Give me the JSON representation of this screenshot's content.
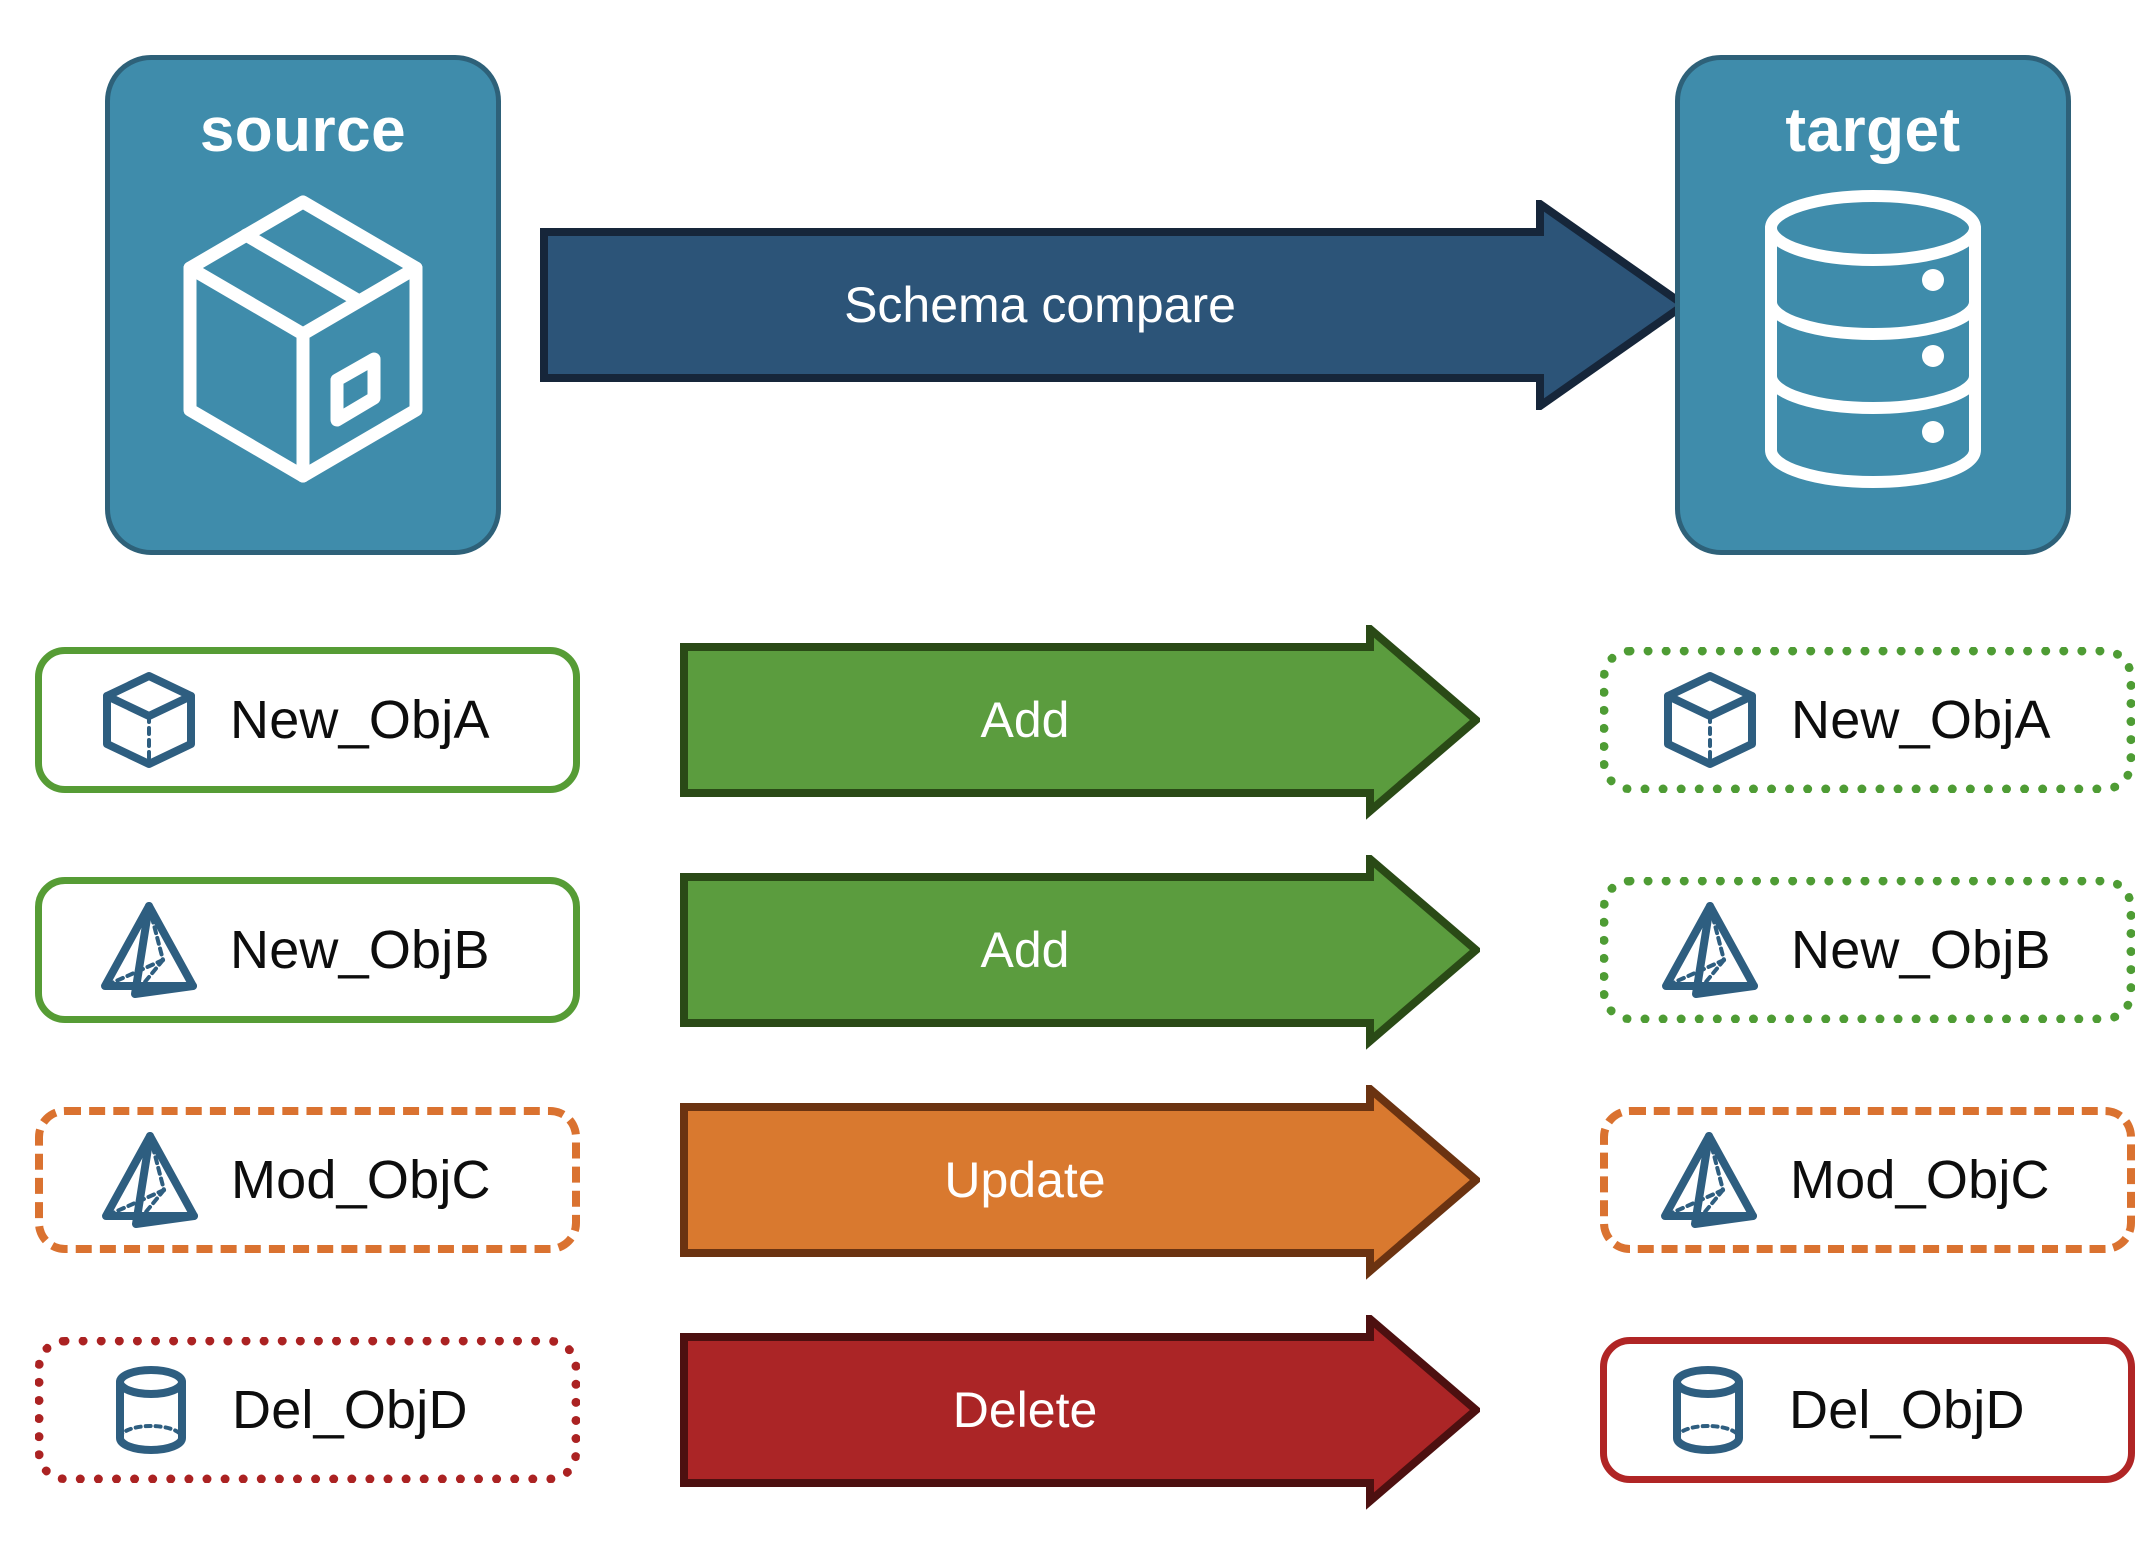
{
  "diagram": {
    "title": "Schema compare source to target",
    "endpoints": [
      {
        "id": "source",
        "label": "source",
        "icon": "package-box-icon"
      },
      {
        "id": "target",
        "label": "target",
        "icon": "database-cylinder-icon"
      }
    ],
    "compare_arrow": {
      "label": "Schema compare",
      "color": "#2c5478",
      "outline": "#16263a"
    },
    "rows": [
      {
        "action": "Add",
        "action_color": "#5b9c3e",
        "action_outline": "#2a4a16",
        "source": {
          "label": "New_ObjA",
          "icon": "wireframe-cube-icon",
          "border_style": "solid",
          "border_color": "#569c35"
        },
        "target": {
          "label": "New_ObjA",
          "icon": "wireframe-cube-icon",
          "border_style": "dotted",
          "border_color": "#4e9c34"
        }
      },
      {
        "action": "Add",
        "action_color": "#5b9c3e",
        "action_outline": "#2a4a16",
        "source": {
          "label": "New_ObjB",
          "icon": "wireframe-pyramid-icon",
          "border_style": "solid",
          "border_color": "#569c35"
        },
        "target": {
          "label": "New_ObjB",
          "icon": "wireframe-pyramid-icon",
          "border_style": "dotted",
          "border_color": "#4e9c34"
        }
      },
      {
        "action": "Update",
        "action_color": "#d9792f",
        "action_outline": "#6b3311",
        "source": {
          "label": "Mod_ObjC",
          "icon": "wireframe-pyramid-icon",
          "border_style": "dashed",
          "border_color": "#da7230"
        },
        "target": {
          "label": "Mod_ObjC",
          "icon": "wireframe-pyramid-icon",
          "border_style": "dashed",
          "border_color": "#da7230"
        }
      },
      {
        "action": "Delete",
        "action_color": "#ab2526",
        "action_outline": "#4d1010",
        "source": {
          "label": "Del_ObjD",
          "icon": "wireframe-cylinder-icon",
          "border_style": "dotted",
          "border_color": "#ab2222"
        },
        "target": {
          "label": "Del_ObjD",
          "icon": "wireframe-cylinder-icon",
          "border_style": "solid",
          "border_color": "#b02525"
        }
      }
    ],
    "colors": {
      "endpoint_fill": "#3f8cab",
      "endpoint_border": "#2e6179",
      "icon_stroke": "#2e5e80",
      "text": "#0d0d0d",
      "background": "#ffffff"
    }
  }
}
